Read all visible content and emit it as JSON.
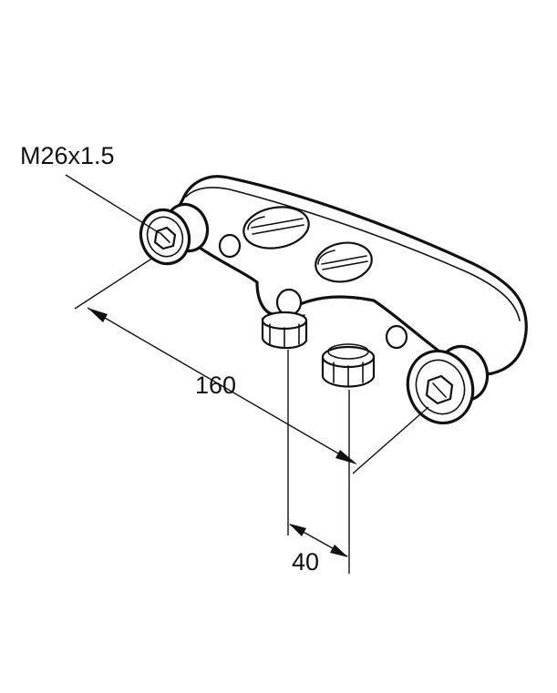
{
  "diagram": {
    "thread_label": "M26x1.5",
    "length_label": "160",
    "spacing_label": "40"
  },
  "colors": {
    "ink": "#111111",
    "background": "#ffffff"
  }
}
